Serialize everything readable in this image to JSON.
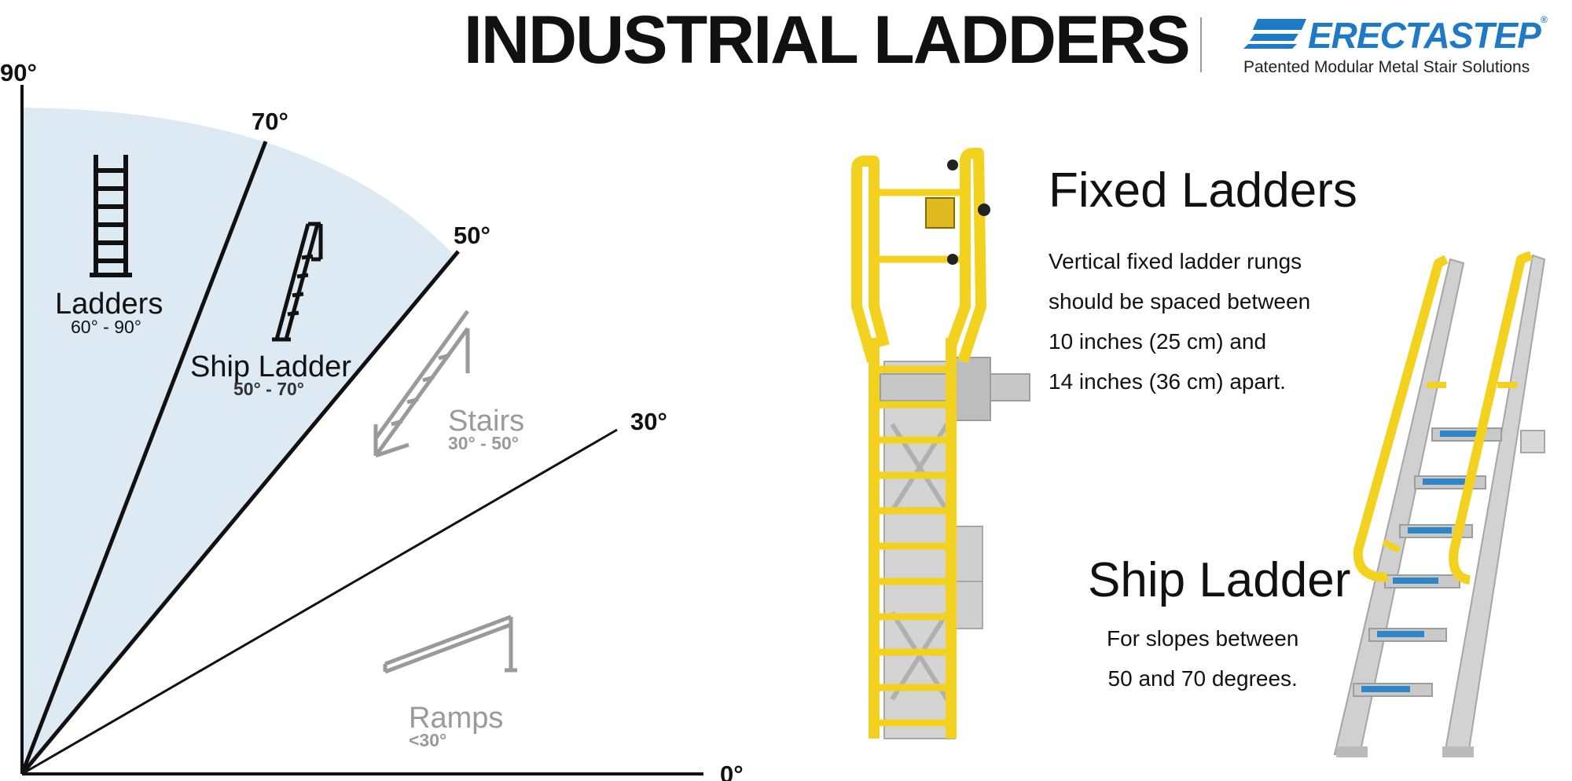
{
  "header": {
    "title": "INDUSTRIAL LADDERS",
    "brand": "ERECTASTEP",
    "brand_mark": "®",
    "tagline": "Patented Modular Metal Stair Solutions"
  },
  "angle_diagram": {
    "angles": [
      "90°",
      "70°",
      "50°",
      "30°",
      "0°"
    ],
    "categories": [
      {
        "name": "Ladders",
        "range": "60° - 90°"
      },
      {
        "name": "Ship Ladder",
        "range": "50° - 70°"
      },
      {
        "name": "Stairs",
        "range": "30° - 50°"
      },
      {
        "name": "Ramps",
        "range": "<30°"
      }
    ],
    "colors": {
      "shade": "#dde9f3",
      "active": "#111111",
      "muted": "#9a9a9a"
    }
  },
  "fixed_ladders": {
    "heading": "Fixed Ladders",
    "lines": [
      "Vertical fixed ladder rungs",
      "should be spaced between",
      "10 inches (25 cm) and",
      "14 inches (36 cm) apart."
    ]
  },
  "ship_ladder": {
    "heading": "Ship Ladder",
    "lines": [
      "For slopes between",
      "50 and 70 degrees."
    ]
  },
  "colors": {
    "yellow": "#f2d21f",
    "steel": "#d2d2d2",
    "brand_blue": "#1f7ac6"
  }
}
